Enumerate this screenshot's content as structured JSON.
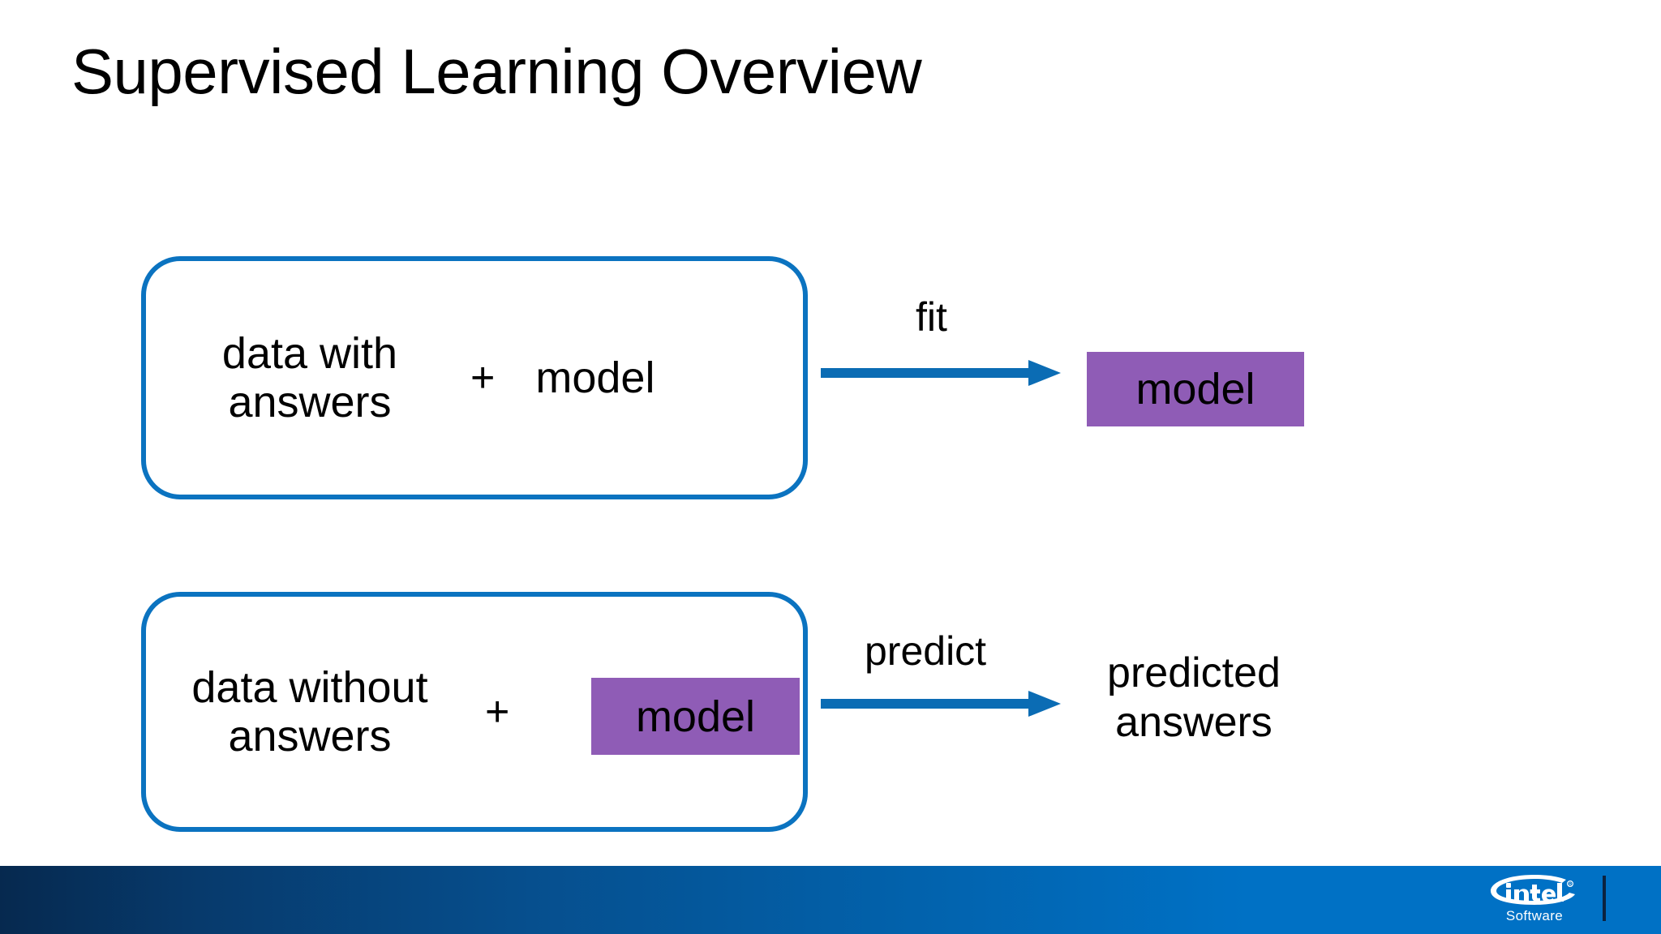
{
  "slide": {
    "title": "Supervised Learning Overview",
    "background_color": "#ffffff"
  },
  "colors": {
    "box_border_blue": "#0b73c0",
    "arrow_blue": "#0b6cb4",
    "model_chip_purple": "#8f5cb6",
    "footer_blue_right": "#0071c5",
    "footer_navy_left": "#06294f",
    "text_black": "#000000"
  },
  "flow": {
    "train_row": {
      "box_label": "data with\nanswers",
      "plus": "+",
      "model_label": "model",
      "arrow_label": "fit",
      "arrow_icon": "arrow-right-icon",
      "output_label": "model",
      "output_is_chip": true
    },
    "predict_row": {
      "box_label": "data without\nanswers",
      "plus": "+",
      "model_label": "model",
      "model_is_chip": true,
      "arrow_label": "predict",
      "arrow_icon": "arrow-right-icon",
      "output_label": "predicted\nanswers",
      "output_is_chip": false
    }
  },
  "footer": {
    "brand": "intel",
    "sub_brand": "Software",
    "registered_mark": "®"
  }
}
